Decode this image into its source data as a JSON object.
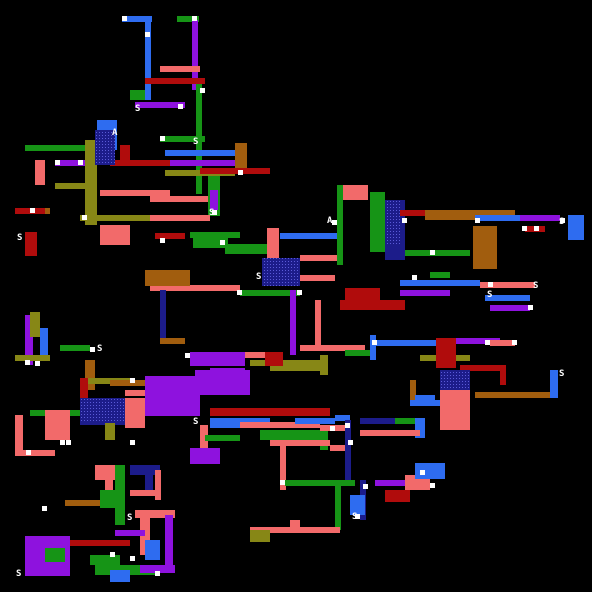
{
  "map": {
    "background": "#000000",
    "palette": {
      "salmon": "#f26a6a",
      "green": "#169416",
      "blue": "#2e6cf0",
      "red": "#b00c0c",
      "purple": "#8e12de",
      "olive": "#878716",
      "brown": "#a15d0e",
      "navy": "#1c1c8a",
      "white": "#ffffff"
    },
    "marker_glyphs": [
      "S",
      "A",
      "✕",
      "+"
    ],
    "labels": [
      {
        "text": "S"
      },
      {
        "text": "S"
      },
      {
        "text": "S"
      },
      {
        "text": "S"
      },
      {
        "text": "S"
      },
      {
        "text": "S"
      },
      {
        "text": "S"
      },
      {
        "text": "S"
      },
      {
        "text": "S"
      },
      {
        "text": "S"
      },
      {
        "text": "S"
      },
      {
        "text": "S"
      },
      {
        "text": "S"
      },
      {
        "text": "A"
      },
      {
        "text": "A"
      },
      {
        "text": "S"
      }
    ]
  }
}
